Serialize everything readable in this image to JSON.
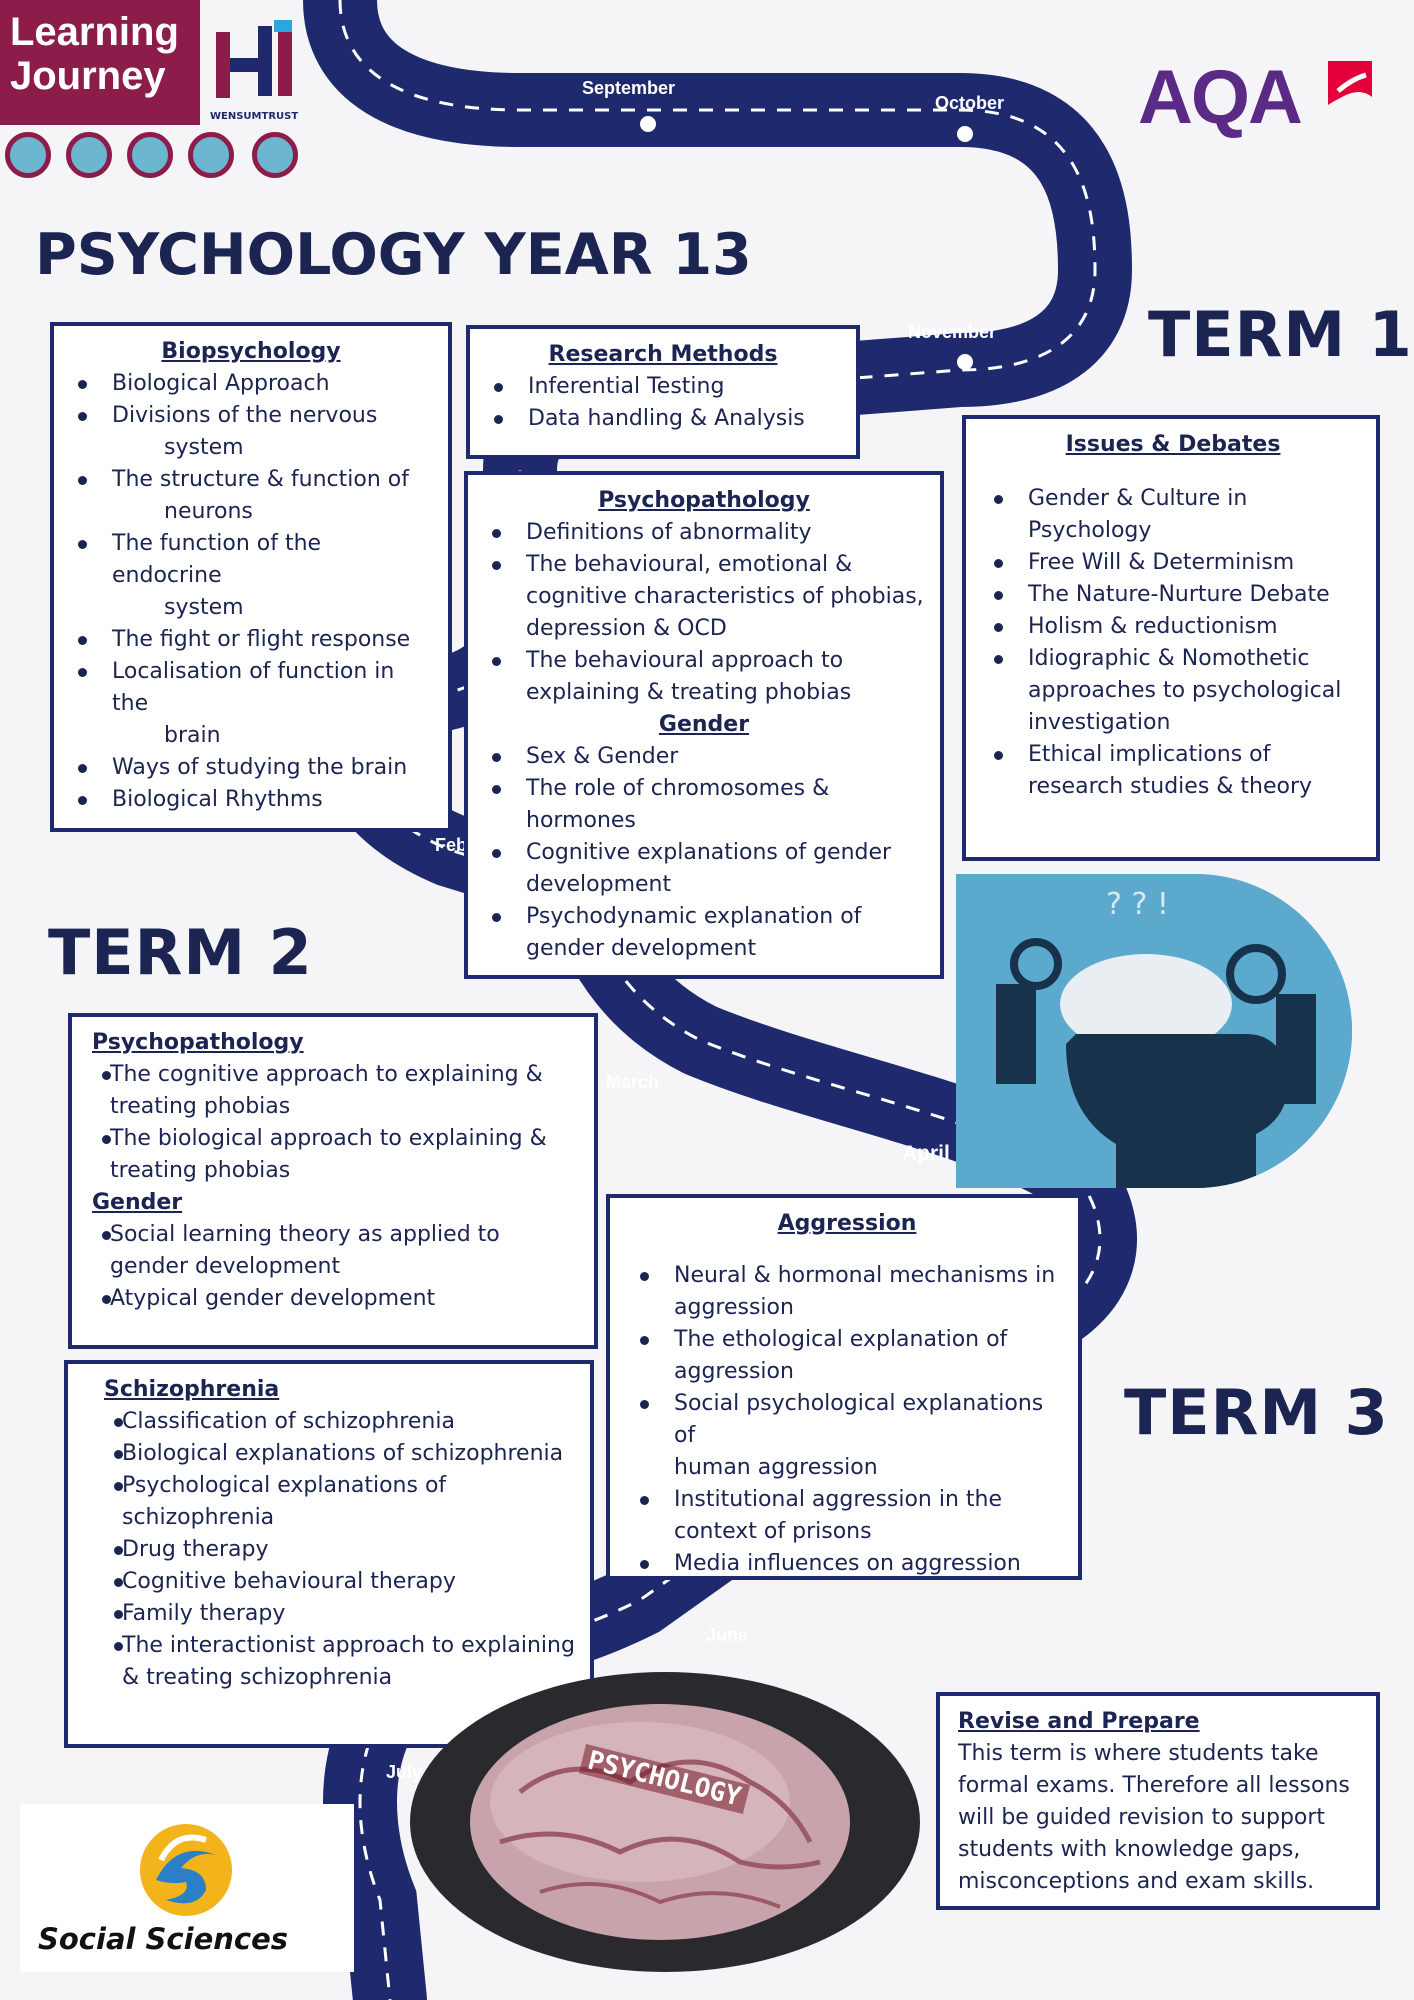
{
  "branding": {
    "learning_journey": "Learning Journey",
    "trust_name": "WENSUMTRUST",
    "exam_board": "AQA",
    "department": "Social Sciences"
  },
  "page_title": "PSYCHOLOGY YEAR 13",
  "terms": {
    "term1": "TERM 1",
    "term2": "TERM 2",
    "term3": "TERM 3"
  },
  "months": {
    "september": "September",
    "october": "October",
    "november": "November",
    "february": "Feb",
    "march": "March",
    "april": "April",
    "june": "June",
    "july": "July"
  },
  "biopsychology": {
    "heading": "Biopsychology",
    "items": [
      [
        "Biological Approach"
      ],
      [
        "Divisions of the nervous",
        "system"
      ],
      [
        "The structure & function of",
        "neurons"
      ],
      [
        "The function of the endocrine",
        "system"
      ],
      [
        "The fight or flight response"
      ],
      [
        "Localisation of function in the",
        "brain"
      ],
      [
        "Ways of studying the brain"
      ],
      [
        "Biological Rhythms"
      ]
    ]
  },
  "research_methods": {
    "heading": "Research Methods",
    "items": [
      "Inferential Testing",
      "Data handling & Analysis"
    ]
  },
  "psychopathology_t1": {
    "heading": "Psychopathology",
    "items": [
      [
        "Definitions of abnormality"
      ],
      [
        "The behavioural, emotional &",
        "cognitive characteristics of phobias,",
        "depression & OCD"
      ],
      [
        "The behavioural approach to",
        "explaining & treating phobias"
      ]
    ],
    "gender_heading": "Gender",
    "gender_items": [
      [
        "Sex & Gender"
      ],
      [
        "The role of chromosomes &",
        "hormones"
      ],
      [
        "Cognitive explanations of gender",
        "development"
      ],
      [
        "Psychodynamic explanation of",
        "gender development"
      ]
    ]
  },
  "issues_debates": {
    "heading": "Issues & Debates",
    "items": [
      [
        "Gender & Culture in",
        "Psychology"
      ],
      [
        "Free Will & Determinism"
      ],
      [
        "The Nature-Nurture Debate"
      ],
      [
        "Holism & reductionism"
      ],
      [
        "Idiographic & Nomothetic",
        "approaches to psychological",
        "investigation"
      ],
      [
        "Ethical implications of",
        "research studies & theory"
      ]
    ]
  },
  "psychopathology_t2": {
    "heading": "Psychopathology",
    "items": [
      [
        "The cognitive approach to explaining &",
        "treating phobias"
      ],
      [
        "The biological approach to explaining &",
        "treating phobias"
      ]
    ],
    "gender_heading": "Gender",
    "gender_items": [
      [
        "Social learning theory as applied to",
        "gender development"
      ],
      [
        "Atypical gender development"
      ]
    ]
  },
  "schizophrenia": {
    "heading": "Schizophrenia",
    "items": [
      [
        "Classification of schizophrenia"
      ],
      [
        "Biological explanations of schizophrenia"
      ],
      [
        "Psychological explanations of",
        "schizophrenia"
      ],
      [
        "Drug therapy"
      ],
      [
        "Cognitive behavioural therapy"
      ],
      [
        "Family therapy"
      ],
      [
        "The interactionist approach to explaining",
        "& treating schizophrenia"
      ]
    ]
  },
  "aggression": {
    "heading": "Aggression",
    "items": [
      [
        "Neural & hormonal mechanisms in",
        "aggression"
      ],
      [
        "The ethological explanation of",
        "aggression"
      ],
      [
        "Social psychological explanations of",
        "human aggression"
      ],
      [
        "Institutional aggression in the",
        "context of prisons"
      ],
      [
        "Media influences on aggression"
      ]
    ]
  },
  "revise": {
    "heading": "Revise and Prepare",
    "text": [
      "This term is where students take",
      "formal exams. Therefore all lessons",
      "will be guided revision to support",
      "students with knowledge gaps,",
      "misconceptions and exam skills."
    ]
  },
  "brain_image_word": "PSYCHOLOGY",
  "colors": {
    "navy": "#1f2a6e",
    "aqa_purple": "#5b2a86",
    "aqa_red": "#e4003b",
    "lj_maroon": "#8c1d4a"
  }
}
